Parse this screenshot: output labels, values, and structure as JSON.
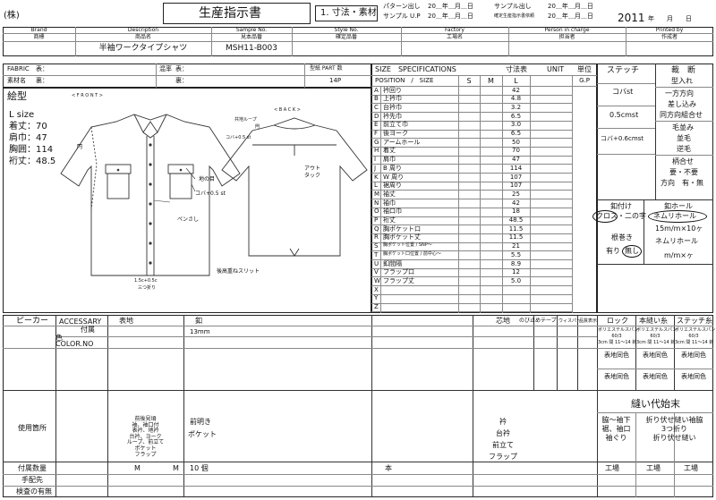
{
  "header": {
    "company": "(株)",
    "title": "生産指示書",
    "subtitle": "1. 寸法・素材",
    "pattern_out": "パターン出し",
    "sample_up": "サンプル U.P",
    "sample_out": "サンプル出し",
    "confirm_sample": "確定生産指示書依頼",
    "date_tpl_pattern": "20＿年＿月＿日",
    "date_tpl_sample_up": "20＿年＿月＿日",
    "date_tpl_sample_out": "20＿年＿月＿日",
    "date_tpl_confirm": "20＿年＿月＿日",
    "year": "2011",
    "year_suffix": "年　　月　　日"
  },
  "info_table": {
    "headers_en": [
      "Brand",
      "Description",
      "Sample No.",
      "Style No.",
      "Factory",
      "Person in charge",
      "Printed by"
    ],
    "headers_jp": [
      "商標",
      "商品名",
      "見本品番",
      "確定品番",
      "工場名",
      "担当者",
      "作成者"
    ],
    "values": [
      "",
      "半袖ワークタイプシャツ",
      "MSH11-B003",
      "",
      "",
      "",
      ""
    ]
  },
  "fabric": {
    "fabric_label": "FABRIC",
    "omote": "表：",
    "ura": "裏：",
    "konbo_label": "混率",
    "material_label": "素材名",
    "pattern_part_label": "型紙 PART 数",
    "pattern_part_value": "14P"
  },
  "drawing": {
    "title": "絵型",
    "front_label": "< F R O N T >",
    "back_label": "< B A C K >",
    "size_lines": [
      "L  size",
      "着丈：70",
      "肩巾：47",
      "胸囲：114",
      "裄丈：48.5"
    ],
    "ann_mon": "閂",
    "ann_ji": "地の目",
    "ann_koba": "コバ+0.5 st",
    "ann_pen": "ペンさし",
    "ann_hem1": "1.5c+0.5c",
    "ann_hem2": "三つ折り",
    "ann_loop": "共地ループ",
    "ann_mon2": "閂",
    "ann_koba2": "コバ+0.5 st",
    "ann_out1": "アウト",
    "ann_out2": "タック",
    "ann_slit": "後高重ねスリット"
  },
  "size_spec": {
    "title": "SIZE　SPECIFICATIONS",
    "unit_table": "寸法表",
    "unit": "UNIT",
    "tani": "単位",
    "pos_header": "POSITION　/　SIZE",
    "cols": [
      "S",
      "M",
      "L",
      "G.P"
    ],
    "rows": [
      {
        "code": "A",
        "pos": "衿回り",
        "l": "42"
      },
      {
        "code": "B",
        "pos": "上衿巾",
        "l": "4.8"
      },
      {
        "code": "C",
        "pos": "台衿巾",
        "l": "3.2"
      },
      {
        "code": "D",
        "pos": "衿先巾",
        "l": "6.5"
      },
      {
        "code": "E",
        "pos": "前立て巾",
        "l": "3.0"
      },
      {
        "code": "F",
        "pos": "後ヨーク",
        "l": "6.5"
      },
      {
        "code": "G",
        "pos": "アームホール",
        "l": "50"
      },
      {
        "code": "H",
        "pos": "着丈",
        "l": "70"
      },
      {
        "code": "I",
        "pos": "肩巾",
        "l": "47"
      },
      {
        "code": "J",
        "pos": "B 周り",
        "l": "114"
      },
      {
        "code": "K",
        "pos": "W 周り",
        "l": "107"
      },
      {
        "code": "L",
        "pos": "裾周り",
        "l": "107"
      },
      {
        "code": "M",
        "pos": "袖丈",
        "l": "25"
      },
      {
        "code": "N",
        "pos": "袖巾",
        "l": "42"
      },
      {
        "code": "O",
        "pos": "袖口巾",
        "l": "18"
      },
      {
        "code": "P",
        "pos": "裄丈",
        "l": "48.5"
      },
      {
        "code": "Q",
        "pos": "胸ポケット口",
        "l": "11.5"
      },
      {
        "code": "R",
        "pos": "胸ポケット丈",
        "l": "11.5"
      },
      {
        "code": "S",
        "pos": "胸ポケット位置 / SNP～",
        "l": "21"
      },
      {
        "code": "T",
        "pos": "胸ポケット口位置 / 前中心～",
        "l": "5.5"
      },
      {
        "code": "U",
        "pos": "釦間隔",
        "l": "8.9"
      },
      {
        "code": "V",
        "pos": "フラップ口",
        "l": "12"
      },
      {
        "code": "W",
        "pos": "フラップ丈",
        "l": "5.0"
      },
      {
        "code": "X",
        "pos": "",
        "l": ""
      },
      {
        "code": "Y",
        "pos": "",
        "l": ""
      },
      {
        "code": "Z",
        "pos": "",
        "l": ""
      }
    ]
  },
  "stitch": {
    "title": "ステッチ",
    "koba_st": "コバst",
    "st05": "0.5cmst",
    "koba_plus": "コバ+0.6cmst",
    "cut_title": "裁　断",
    "katairi": "型入れ",
    "ippou": "一方方向",
    "sashikomi": "差し込み",
    "dougara": "同方向組合せ",
    "kenami": "毛並み",
    "nami": "並毛",
    "sakage": "逆毛",
    "garaawase": "柄合せ",
    "youfuyou": "要・不要",
    "houkou": "方向　有・無",
    "botsuke": "釦付け",
    "cross": "クロス",
    "nino": "・二の字",
    "hole_title": "釦ホール",
    "nemuri": "ネムリホール",
    "spec1": "15m/m×10ヶ",
    "nemuri2": "ネムリホール",
    "spec2": "m/m×ヶ",
    "nemaki": "根巻き",
    "ari": "有り",
    "nashi": "無し"
  },
  "bottom": {
    "picker": "ピーカー",
    "accessory": "ACCESSARY",
    "fuzoku": "付属",
    "iro": "色",
    "colorno": "COLOR.NO",
    "omote_ji": "表地",
    "botan": "釦",
    "size13": "13mm",
    "shinji": "芯地",
    "nobi": "のび止めテープ",
    "nobi2": "ウィスパー",
    "hinban": "品質表示",
    "lock": "ロック",
    "hondo": "本縫い糸",
    "stitch_ito": "ステッチ糸",
    "poly": "ポリエステルスパン",
    "thread_no": "60/3",
    "thread_cm": "3cm 間 11～14 針",
    "omote_doushoku": "表地同色",
    "nuishiro": "縫い代始末",
    "usage": "使用箇所",
    "usage_lines": [
      "前後見頃",
      "袖、袖口付",
      "表衿、地衿",
      "台衿、ヨーク",
      "ループ、前立て",
      "ポケット",
      "フラップ"
    ],
    "maeake": "前明き",
    "pocket": "ポケット",
    "collar_lines": [
      "衿",
      "台衿",
      "前立て",
      "フラップ"
    ],
    "waki": [
      "脇～袖下",
      "裾、袖口",
      "袖ぐり"
    ],
    "orifuse": [
      "折り伏せ縫い袖脇",
      "3つ折り",
      "折り伏せ縫い"
    ],
    "qty_label": "付属数量",
    "m1": "M",
    "m2": "M",
    "ten": "10 個",
    "hon": "本",
    "tehai": "手配先",
    "kenpin": "検査の有無",
    "koujou": "工場"
  }
}
